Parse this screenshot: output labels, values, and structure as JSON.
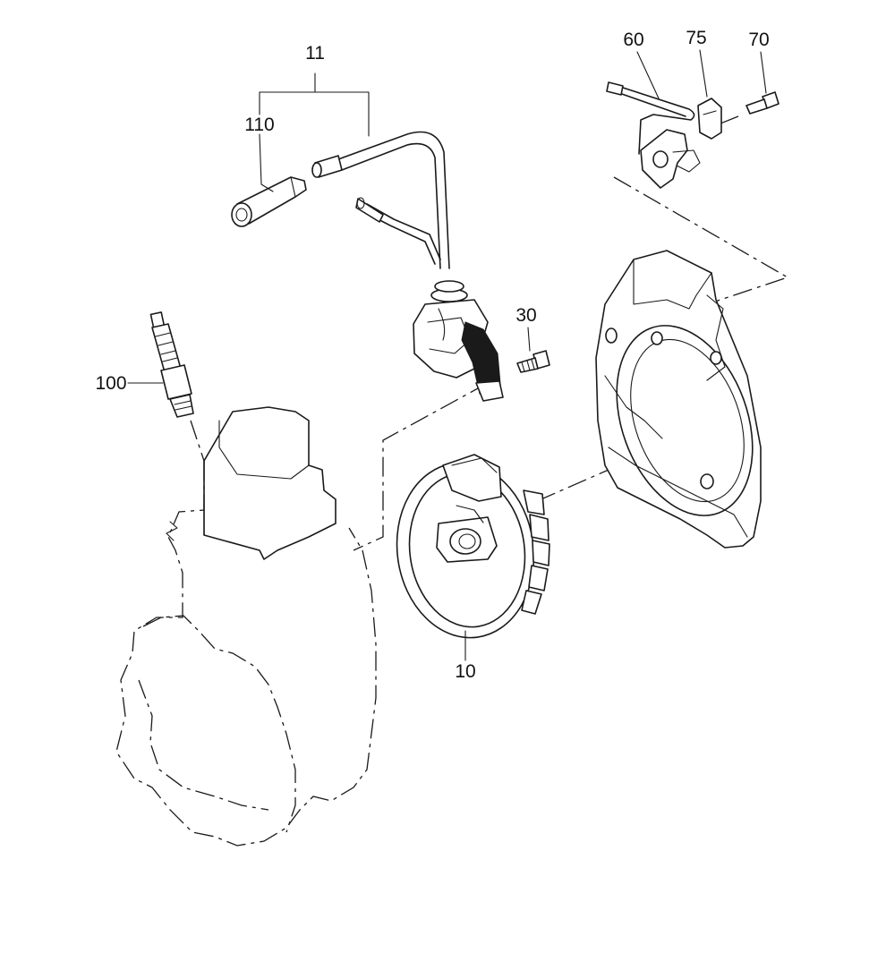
{
  "labels": {
    "p11": "11",
    "p110": "110",
    "p60": "60",
    "p75": "75",
    "p70": "70",
    "p30": "30",
    "p100": "100",
    "p10": "10"
  },
  "colors": {
    "line": "#1a1a1a",
    "background": "#ffffff"
  }
}
